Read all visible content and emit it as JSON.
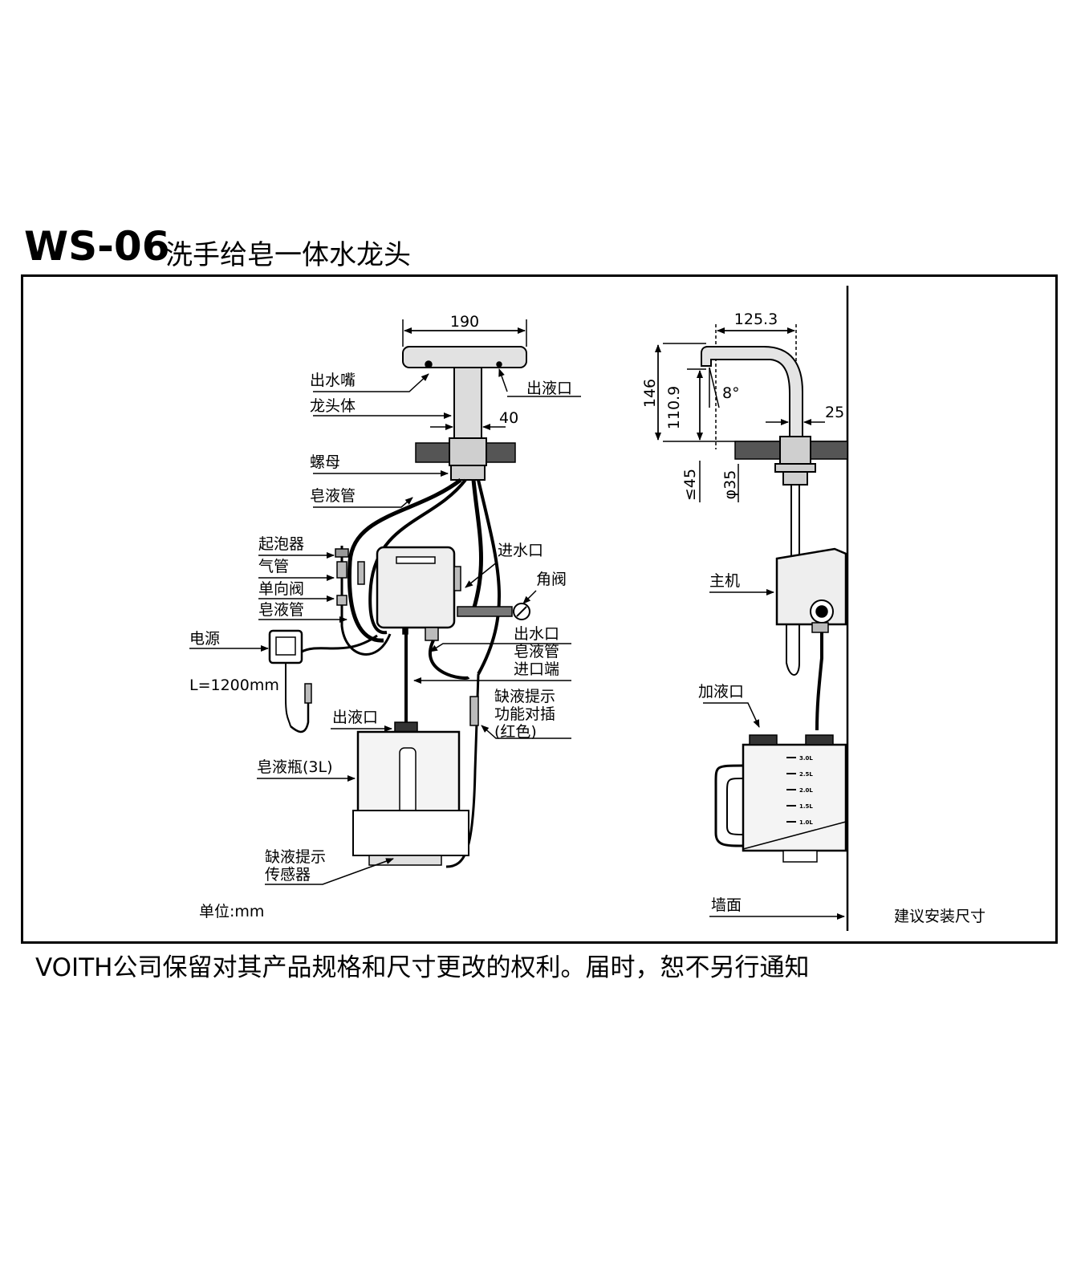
{
  "header": {
    "model": "WS-06",
    "subtitle": "洗手给皂一体水龙头"
  },
  "footer": {
    "notice": "VOITH公司保留对其产品规格和尺寸更改的权利。届时，恕不另行通知"
  },
  "front_view": {
    "dims": {
      "width": "190",
      "body": "40"
    },
    "labels": {
      "spout": "出水嘴",
      "body": "龙头体",
      "nut": "螺母",
      "soap_tube_top": "皂液管",
      "foamer": "起泡器",
      "air_tube": "气管",
      "check_valve": "单向阀",
      "soap_tube": "皂液管",
      "power": "电源",
      "cable": "L=1200mm",
      "liquid_out_bottle": "出液口",
      "bottle": "皂液瓶(3L)",
      "sensor_1": "缺液提示",
      "sensor_2": "传感器",
      "unit": "单位:mm",
      "liquid_out_top": "出液口",
      "water_in": "进水口",
      "angle_valve": "角阀",
      "water_out": "出水口",
      "soap_in_1": "皂液管",
      "soap_in_2": "进口端",
      "alarm_1": "缺液提示",
      "alarm_2": "功能对插",
      "alarm_3": "(红色)"
    }
  },
  "side_view": {
    "dims": {
      "reach": "125.3",
      "height": "146",
      "spout_height": "110.9",
      "angle": "8°",
      "wall_gap": "25",
      "deck": "≤45",
      "hole": "φ35"
    },
    "labels": {
      "main_unit": "主机",
      "fill_port": "加液口",
      "wall": "墙面",
      "recommend": "建议安装尺寸"
    },
    "bottle_marks": [
      "3.0L",
      "2.5L",
      "2.0L",
      "1.5L",
      "1.0L"
    ]
  }
}
